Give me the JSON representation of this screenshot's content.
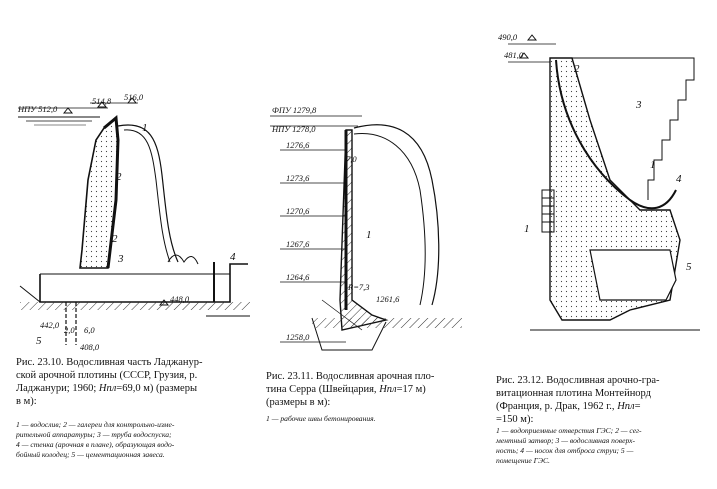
{
  "figure1": {
    "levels": {
      "npu": "НПУ 512,0",
      "crest": "514,8",
      "top": "516,0",
      "bottom": "448,0",
      "base": "442,0",
      "foundation": "408,0"
    },
    "dims": [
      "2,0",
      "6,0"
    ],
    "numbers": [
      "1",
      "2",
      "2",
      "3",
      "4",
      "5"
    ],
    "caption_line1": "Рис. 23.10. Водосливная часть Ладжанур-",
    "caption_line2": "ской арочной плотины (СССР, Грузия, р.",
    "caption_line3": "Ладжанури; 1960;",
    "caption_hpl": "Hпл",
    "caption_line3b": "=69,0 м) (размеры",
    "caption_line4": "в м):",
    "legend": [
      "1 — водослив; 2 — галереи для контрольно-изме-",
      "рительной аппаратуры; 3 — труба водоспуска;",
      "4 — стенка (арочная в плане), образующая водо-",
      "бойный колодец; 5 — цементационная завеса."
    ]
  },
  "figure2": {
    "levels": [
      "ФПУ 1279,8",
      "НПУ 1278,0",
      "1276,6",
      "1273,6",
      "1270,6",
      "1267,6",
      "1264,6",
      "1261,6",
      "1258,0"
    ],
    "dims": {
      "thickness": "7,0",
      "radius": "R=7,3"
    },
    "numbers": [
      "1"
    ],
    "caption_line1": "Рис. 23.11. Водосливная арочная пло-",
    "caption_line2a": "тина Серра (Швейцария,",
    "caption_hpl": "Hпл",
    "caption_line2b": "=17 м)",
    "caption_line3": "(размеры в м):",
    "legend": [
      "1 — рабочие швы бетонирования."
    ]
  },
  "figure3": {
    "levels": [
      "490,0",
      "481,0"
    ],
    "numbers": [
      "2",
      "3",
      "1",
      "1",
      "4",
      "5"
    ],
    "caption_line1": "Рис. 23.12. Водосливная арочно-гра-",
    "caption_line2": "витационная плотина Монтейнорд",
    "caption_line3": "(Франция, р. Драк, 1962 г.,",
    "caption_hpl": "Hпл",
    "caption_line3b": "=",
    "caption_line4": "=150 м):",
    "legend": [
      "1 — водоприемные отверстия ГЭС; 2 — сег-",
      "ментный затвор; 3 — водосливная поверх-",
      "ность; 4 — носок для отброса струи; 5 —",
      "помещение ГЭС."
    ]
  },
  "colors": {
    "ink": "#111111",
    "paper": "#ffffff",
    "hatch": "#333333"
  }
}
